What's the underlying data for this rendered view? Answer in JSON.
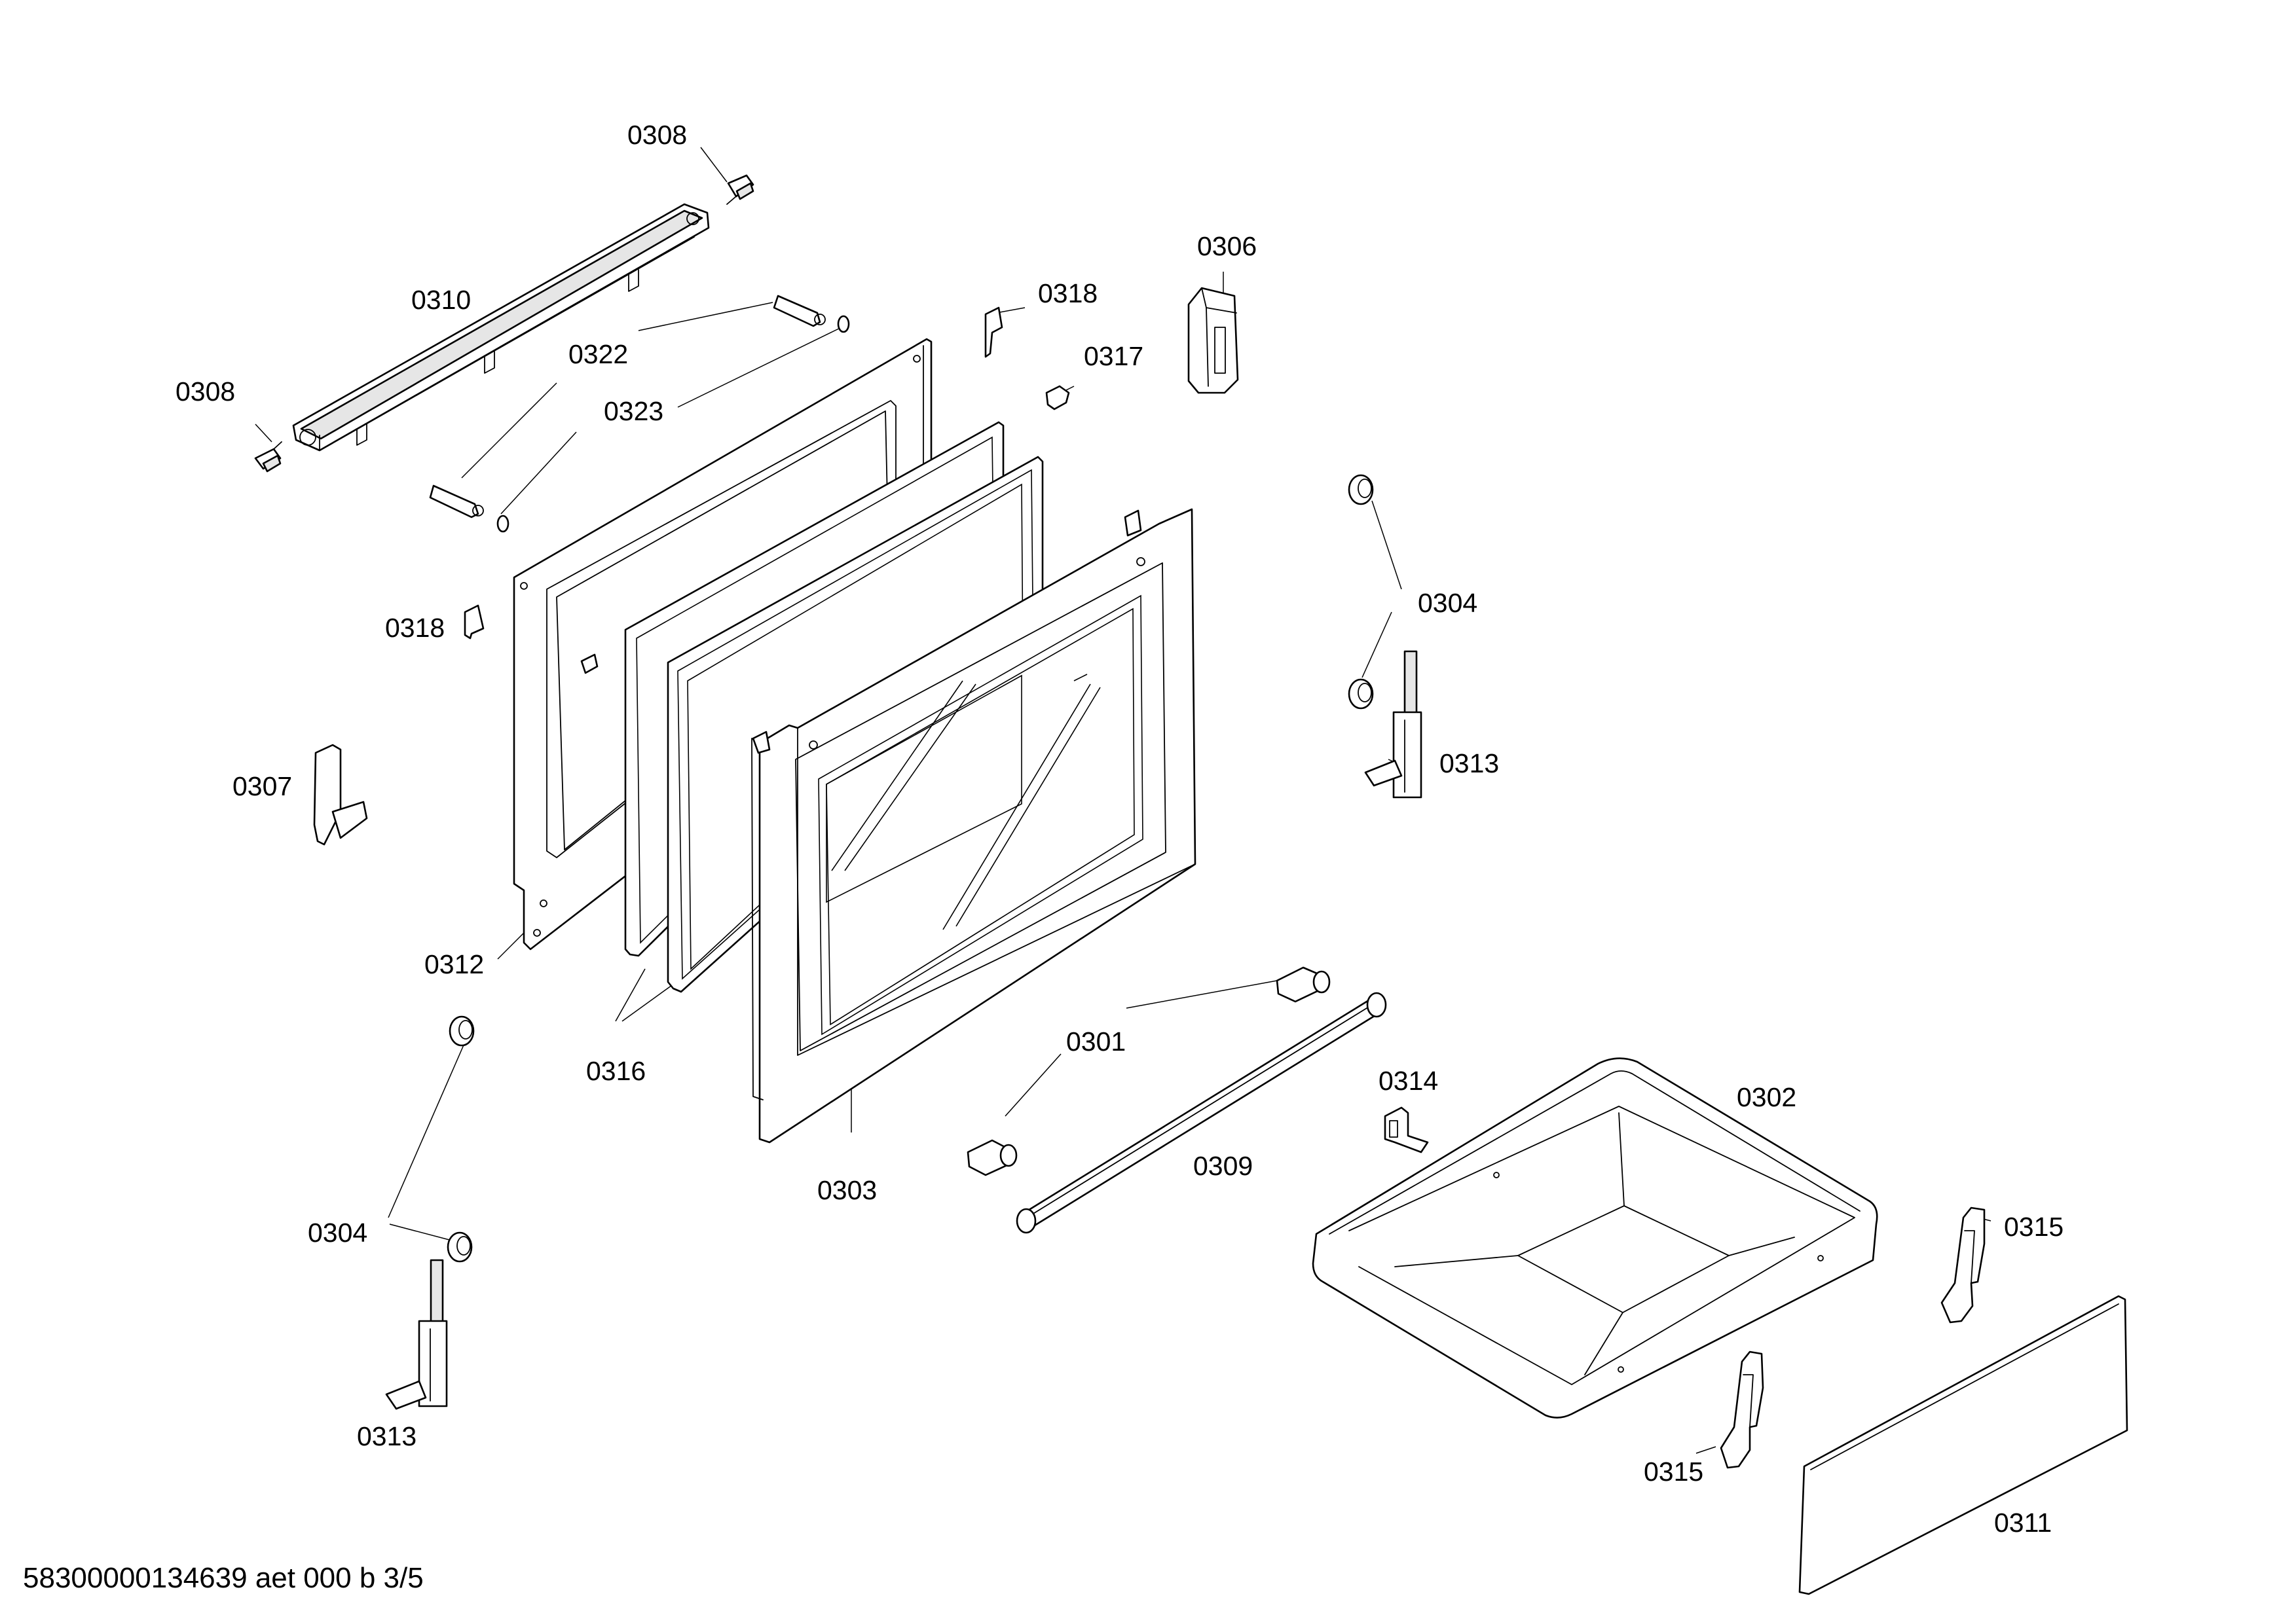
{
  "parts": {
    "p0301": "0301",
    "p0302": "0302",
    "p0303": "0303",
    "p0304": "0304",
    "p0306": "0306",
    "p0307": "0307",
    "p0308": "0308",
    "p0309": "0309",
    "p0310": "0310",
    "p0311": "0311",
    "p0312": "0312",
    "p0313": "0313",
    "p0314": "0314",
    "p0315": "0315",
    "p0316": "0316",
    "p0317": "0317",
    "p0318": "0318",
    "p0322": "0322",
    "p0323": "0323"
  },
  "footer": {
    "document_code": "58300000134639 aet 000 b 3/5"
  }
}
